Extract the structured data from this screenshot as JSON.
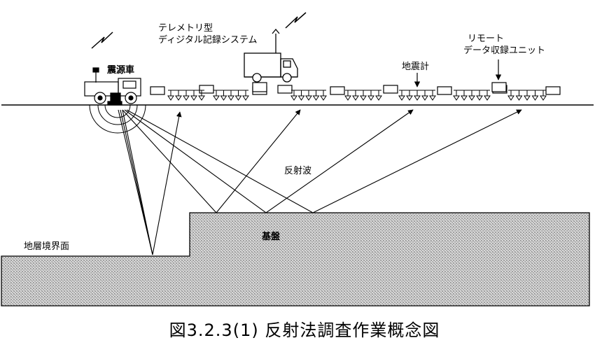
{
  "labels": {
    "telemetry_line1": "テレメトリ型",
    "telemetry_line2": "ディジタル記録システム",
    "remote_line1": "リモート",
    "remote_line2": "データ収録ユニット",
    "seismometer": "地震計",
    "source_vehicle": "震源車",
    "reflected_wave": "反射波",
    "boundary": "地層境界面",
    "basement": "基盤"
  },
  "caption": "図3.2.3(1)  反射法調査作業概念図",
  "colors": {
    "ink": "#000000",
    "paper": "#ffffff",
    "hatch_dark": "#8a8a8a",
    "hatch_light": "#d8d8d8"
  }
}
